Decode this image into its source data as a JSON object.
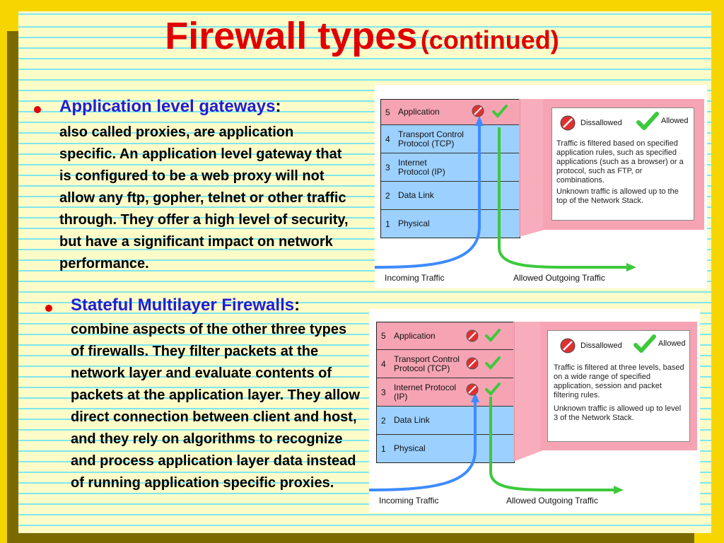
{
  "title": {
    "main": "Firewall types",
    "sub": "(continued)"
  },
  "section1": {
    "heading": "Application level gateways",
    "colon": ":",
    "body": "also called proxies, are application specific. An application level gateway that is configured to be a web proxy will not allow any ftp, gopher, telnet or other traffic through. They offer a high level of security, but have a significant impact on network performance."
  },
  "section2": {
    "heading": "Stateful Multilayer Firewalls",
    "colon": ":",
    "body": "combine aspects of the other three types of firewalls. They filter packets at the network layer and evaluate contents of  packets at the application layer. They allow direct connection between client and host, and they rely on algorithms to recognize and process application layer data instead of running application specific proxies."
  },
  "diagram1": {
    "layers": [
      {
        "num": "5",
        "label": "Application"
      },
      {
        "num": "4",
        "label": "Transport Control Protocol (TCP)"
      },
      {
        "num": "3",
        "label": "Internet Protocol (IP)"
      },
      {
        "num": "2",
        "label": "Data Link"
      },
      {
        "num": "1",
        "label": "Physical"
      }
    ],
    "legend_disallowed": "Dissallowed",
    "legend_allowed": "Allowed",
    "note1": "Traffic is filtered based on specified application rules, such as specified applications (such as a browser) or a protocol, such as FTP, or combinations.",
    "note2": "Unknown traffic is allowed up to the top of the Network Stack.",
    "incoming": "Incoming Traffic",
    "outgoing": "Allowed Outgoing Traffic"
  },
  "diagram2": {
    "layers": [
      {
        "num": "5",
        "label": "Application"
      },
      {
        "num": "4",
        "label": "Transport Control Protocol (TCP)"
      },
      {
        "num": "3",
        "label": "Internet Protocol (IP)"
      },
      {
        "num": "2",
        "label": "Data Link"
      },
      {
        "num": "1",
        "label": "Physical"
      }
    ],
    "legend_disallowed": "Dissallowed",
    "legend_allowed": "Allowed",
    "note1": "Traffic is filtered at three levels, based on a wide range of specified application, session and packet filtering rules.",
    "note2": "Unknown traffic is allowed up to level 3 of the Network Stack.",
    "incoming": "Incoming Traffic",
    "outgoing": "Allowed Outgoing Traffic"
  },
  "colors": {
    "title": "#e00000",
    "heading": "#1f1fd6",
    "background": "#f7d600",
    "paper": "#fdfcc8",
    "rule": "#7fe6ee",
    "layer_top": "#f6a4b4",
    "layer": "#9cd0ff"
  }
}
